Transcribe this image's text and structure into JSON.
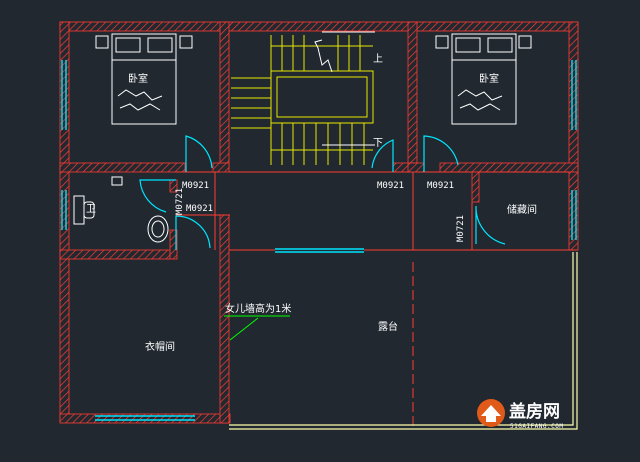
{
  "rooms": {
    "bedroom_left": "卧室",
    "bedroom_right": "卧室",
    "bathroom": "卫",
    "storage": "储藏间",
    "cloakroom": "衣帽间",
    "terrace": "露台"
  },
  "stairs": {
    "up": "上",
    "down": "下"
  },
  "doors": {
    "bath_door_a": "M0921",
    "bath_door_b": "M0721",
    "bath_door_c": "M0921",
    "stair_door": "M0921",
    "right_door": "M0921",
    "storage_door": "M0721"
  },
  "annotation": "女儿墙高为1米",
  "watermark": {
    "brand": "盖房网",
    "domain": "51GAIFANG.COM"
  },
  "colors": {
    "wall": "#ff3b30",
    "door": "#00e5ff",
    "stairs": "#e8e800",
    "furniture": "#ffffff",
    "annotation": "#00ff00",
    "balustrade": "#ffffaa",
    "background": "#212830"
  }
}
